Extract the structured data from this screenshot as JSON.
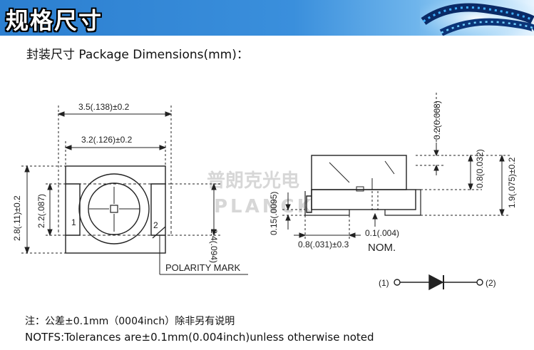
{
  "header": {
    "title": "规格尺寸"
  },
  "subtitle": "封装尺寸 Package Dimensions(mm)：",
  "watermark": {
    "cn": "普朗克光电",
    "en": "PLANCK"
  },
  "top_view": {
    "dim_width_outer": "3.5(.138)±0.2",
    "dim_width_inner": "3.2(.126)±0.2",
    "dim_height_outer": "2.8(.11)±0.2",
    "dim_height_inner": "2.2(.087)",
    "dim_height_right": "2.4(.094)",
    "pin1": "1",
    "pin2": "2",
    "polarity_mark": "POLARITY MARK"
  },
  "side_view": {
    "dim_top": "0.2(0.008)",
    "dim_mid": "0.8(0.032)",
    "dim_total": "1.9(.075)±0.2",
    "dim_left": "0.15(.0095)",
    "dim_bottom": "0.8(.031)±0.3",
    "dim_small": "0.1(.004)",
    "nom": "NOM."
  },
  "schematic": {
    "left": "(1)",
    "right": "(2)"
  },
  "notes": {
    "cn": "注：公差±0.1mm（0004inch）除非另有说明",
    "en": "NOTFS:Tolerances are±0.1mm(0.004inch)unless otherwise noted"
  }
}
